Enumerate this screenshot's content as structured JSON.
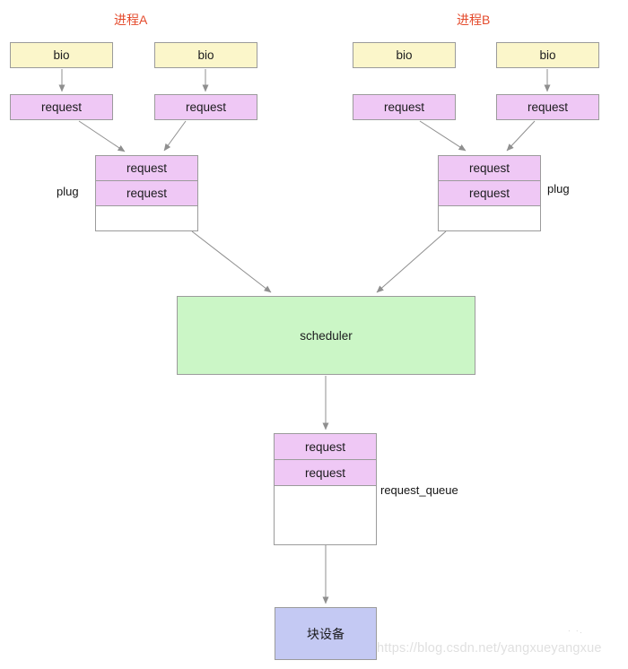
{
  "colors": {
    "bio_fill": "#fbf6ca",
    "request_fill": "#efc8f5",
    "scheduler_fill": "#cbf6c6",
    "device_fill": "#c4c9f3",
    "title_color": "#e44b2d",
    "arrow_color": "#8f8f8f",
    "border_color": "#9b9b9b",
    "watermark_color": "#e0e0e0"
  },
  "process_groups": [
    {
      "title": "进程A",
      "bios": [
        "bio",
        "bio"
      ],
      "requests": [
        "request",
        "request"
      ],
      "plug": {
        "label": "plug",
        "rows": [
          "request",
          "request"
        ]
      }
    },
    {
      "title": "进程B",
      "bios": [
        "bio",
        "bio"
      ],
      "requests": [
        "request",
        "request"
      ],
      "plug": {
        "label": "plug",
        "rows": [
          "request",
          "request"
        ]
      }
    }
  ],
  "pipeline": {
    "scheduler_label": "scheduler",
    "request_queue": {
      "label": "request_queue",
      "rows": [
        "request",
        "request"
      ]
    },
    "block_device_label": "块设备"
  },
  "watermark": "https://blog.csdn.net/yangxueyangxue",
  "stray_marks": "· ·."
}
